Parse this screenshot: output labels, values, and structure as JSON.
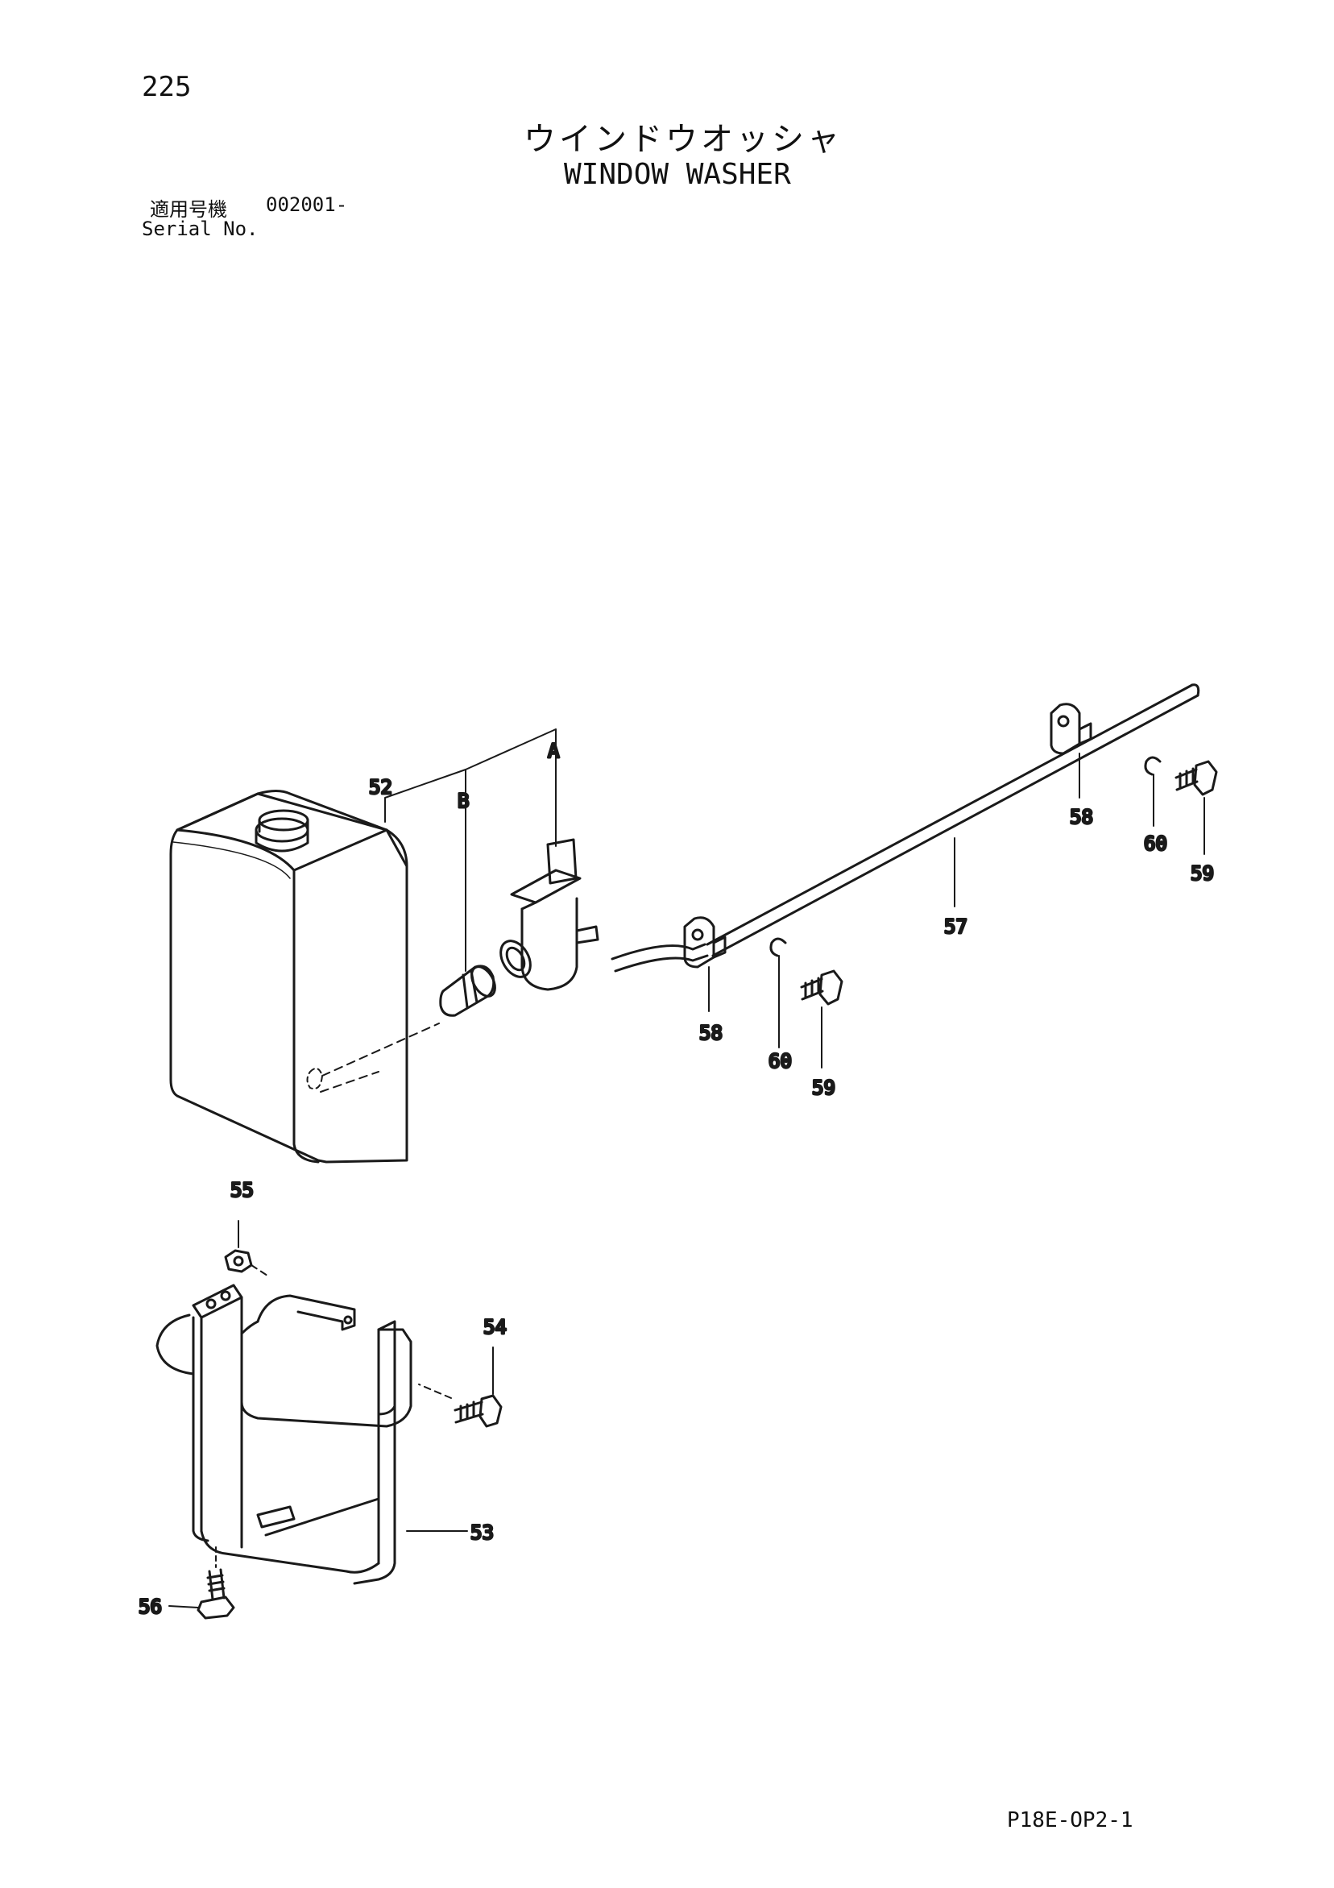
{
  "header": {
    "page_number": "225",
    "title_jp": "ウインドウオッシャ",
    "title_en": "WINDOW WASHER",
    "serial_label_jp": "適用号機",
    "serial_value": "002001-",
    "serial_label_en": "Serial No."
  },
  "callouts": {
    "c52": "52",
    "c53": "53",
    "c54": "54",
    "c55": "55",
    "c56": "56",
    "c57": "57",
    "c58a": "58",
    "c58b": "58",
    "c59a": "59",
    "c59b": "59",
    "c60a": "60",
    "c60b": "60",
    "cA": "A",
    "cB": "B"
  },
  "footer": {
    "sheet_code": "P18E-OP2-1"
  }
}
